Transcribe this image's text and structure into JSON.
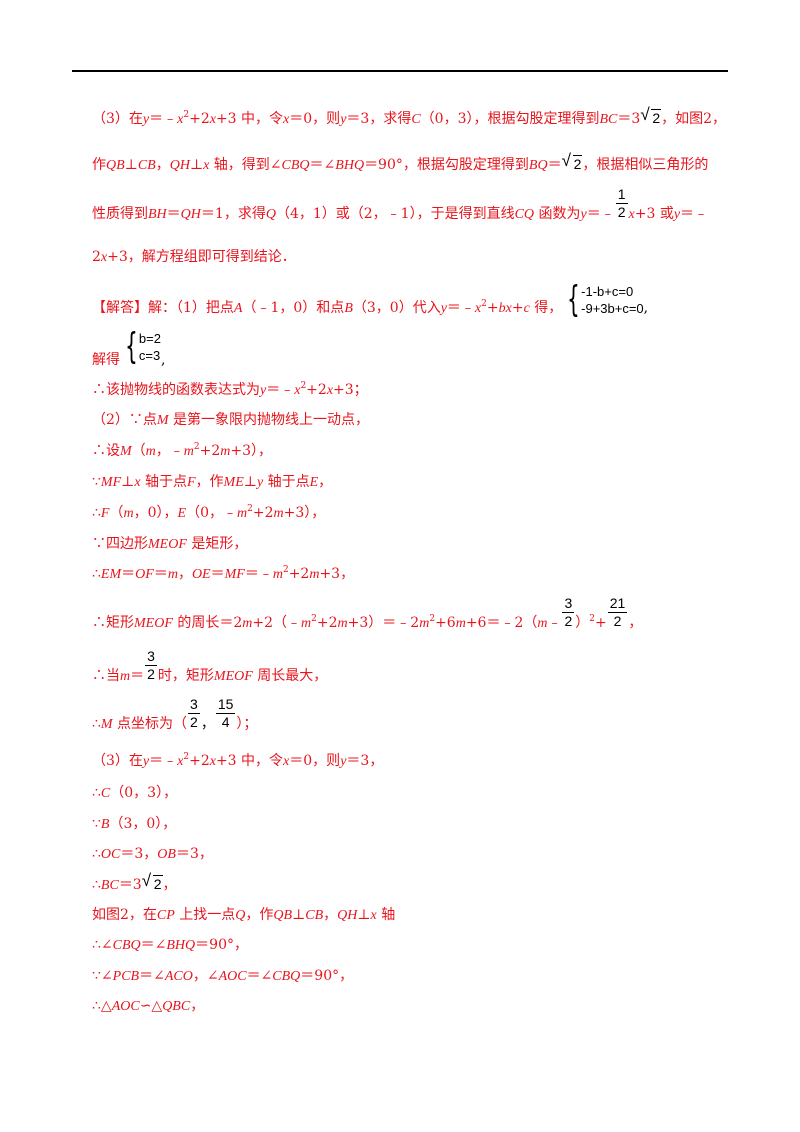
{
  "analysis": {
    "p1": [
      "（3）在",
      "y",
      "＝﹣",
      "x",
      "2",
      "+2",
      "x",
      "+3 中，令",
      "x",
      "＝0，则",
      "y",
      "＝3，求得",
      "C",
      "（0，3），根据勾股定理得到",
      "BC",
      "＝3",
      "2",
      "，如图2，"
    ],
    "p2": [
      "作",
      "QB",
      "⊥",
      "CB",
      "，",
      "QH",
      "⊥",
      "x",
      " 轴，得到∠",
      "CBQ",
      "＝∠",
      "BHQ",
      "＝90°，根据勾股定理得到",
      "BQ",
      "＝",
      "2",
      "，根据相似三角形的"
    ],
    "p3": [
      "性质得到",
      "BH",
      "＝",
      "QH",
      "＝1，求得",
      "Q",
      "（4，1）或（2，﹣1），于是得到直线",
      "CQ",
      " 函数为",
      "y",
      "＝﹣",
      "1",
      "2",
      "x",
      "+3 或",
      "y",
      "＝﹣"
    ],
    "p4": [
      "2",
      "x",
      "+3，解方程组即可得到结论．"
    ]
  },
  "answer": {
    "header": "【解答】",
    "l1": [
      "解：（1）把点",
      "A",
      "（﹣1，0）和点",
      "B",
      "（3，0）代入",
      "y",
      "＝﹣",
      "x",
      "2",
      "+",
      "bx",
      "+",
      "c",
      " 得，",
      "-1-b+c=0",
      "-9+3b+c=0",
      ","
    ],
    "l2": [
      "解得",
      "b=2",
      "c=3",
      ","
    ],
    "l3": [
      "∴该抛物线的函数表达式为",
      "y",
      "＝﹣",
      "x",
      "2",
      "+2",
      "x",
      "+3；"
    ],
    "l4": [
      "（2）∵点",
      "M",
      " 是第一象限内抛物线上一动点，"
    ],
    "l5": [
      "∴设",
      "M",
      "（",
      "m",
      "，﹣",
      "m",
      "2",
      "+2",
      "m",
      "+3），"
    ],
    "l6": [
      "∵",
      "MF",
      "⊥",
      "x",
      " 轴于点",
      "F",
      "，作",
      "ME",
      "⊥",
      "y",
      " 轴于点",
      "E",
      "，"
    ],
    "l7": [
      "∴",
      "F",
      "（",
      "m",
      "，0），",
      "E",
      "（0，﹣",
      "m",
      "2",
      "+2",
      "m",
      "+3），"
    ],
    "l8": [
      "∵四边形",
      "MEOF",
      " 是矩形，"
    ],
    "l9": [
      "∴",
      "EM",
      "＝",
      "OF",
      "＝",
      "m",
      "，",
      "OE",
      "＝",
      "MF",
      "＝﹣",
      "m",
      "2",
      "+2",
      "m",
      "+3，"
    ],
    "l10": [
      "∴矩形",
      "MEOF",
      " 的周长＝2",
      "m",
      "+2（﹣",
      "m",
      "2",
      "+2",
      "m",
      "+3）＝﹣2",
      "m",
      "2",
      "+6",
      "m",
      "+6＝﹣2（",
      "m",
      "﹣",
      "3",
      "2",
      "）",
      "2",
      "+",
      "21",
      "2",
      "，"
    ],
    "l11": [
      "∴当",
      "m",
      "＝",
      "3",
      "2",
      "时，矩形",
      "MEOF",
      " 周长最大，"
    ],
    "l12": [
      "∴",
      "M",
      " 点坐标为（",
      "3",
      "2",
      "，",
      "15",
      "4",
      "）；"
    ],
    "l13": [
      "（3）在",
      "y",
      "＝﹣",
      "x",
      "2",
      "+2",
      "x",
      "+3 中，令",
      "x",
      "＝0，则",
      "y",
      "＝3，"
    ],
    "l14": [
      "∴",
      "C",
      "（0，3），"
    ],
    "l15": [
      "∵",
      "B",
      "（3，0），"
    ],
    "l16": [
      "∴",
      "OC",
      "＝3，",
      "OB",
      "＝3，"
    ],
    "l17": [
      "∴",
      "BC",
      "＝3",
      "2",
      "，"
    ],
    "l18": [
      "如图2，在",
      "CP",
      " 上找一点",
      "Q",
      "，作",
      "QB",
      "⊥",
      "CB",
      "，",
      "QH",
      "⊥",
      "x",
      " 轴"
    ],
    "l19": [
      "∴∠",
      "CBQ",
      "＝∠",
      "BHQ",
      "＝90°，"
    ],
    "l20": [
      "∵∠",
      "PCB",
      "＝∠",
      "ACO",
      "，∠",
      "AOC",
      "＝∠",
      "CBQ",
      "＝90°，"
    ],
    "l21": [
      "∴△",
      "AOC",
      "∽△",
      "QBC",
      "，"
    ]
  }
}
